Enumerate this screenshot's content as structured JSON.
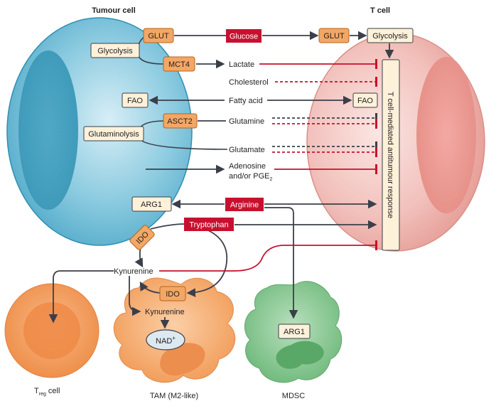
{
  "cells": {
    "tumour": "Tumour cell",
    "tcell": "T cell",
    "treg_main": "T",
    "treg_sub": "reg",
    "treg_suffix": " cell",
    "tam": "TAM (M2-like)",
    "mdsc": "MDSC"
  },
  "enzymes": {
    "glut_tumour": "GLUT",
    "glut_tcell": "GLUT",
    "mct4": "MCT4",
    "asct2": "ASCT2",
    "arg1_tumour": "ARG1",
    "arg1_mdsc": "ARG1",
    "ido_tumour": "IDO",
    "ido_tam": "IDO"
  },
  "processes": {
    "glycolysis_tumour": "Glycolysis",
    "glycolysis_tcell": "Glycolysis",
    "fao_tumour": "FAO",
    "fao_tcell": "FAO",
    "glutaminolysis": "Glutaminolysis",
    "response": "T cell-mediated antitumour response"
  },
  "metabolites": {
    "glucose": "Glucose",
    "lactate": "Lactate",
    "cholesterol": "Cholesterol",
    "fatty_acid": "Fatty acid",
    "glutamine": "Glutamine",
    "glutamate": "Glutamate",
    "adenosine_1": "Adenosine",
    "adenosine_2": "and/or PGE",
    "adenosine_sub": "2",
    "arginine": "Arginine",
    "tryptophan": "Tryptophan",
    "kynurenine": "Kynurenine",
    "kynurenine_tam": "Kynurenine",
    "nad": "NAD",
    "nad_sup": "+"
  },
  "colors": {
    "tumour_fill": "#7cc6dd",
    "tcell_fill": "#f3c3bf",
    "treg_fill": "#f4a266",
    "tam_fill": "#f6ae76",
    "mdsc_fill": "#8fcb98",
    "enzyme_fill": "#f3a765",
    "process_fill": "#fdf1da",
    "highlight": "#c8102e",
    "arrow_dark": "#3b3f4a"
  }
}
